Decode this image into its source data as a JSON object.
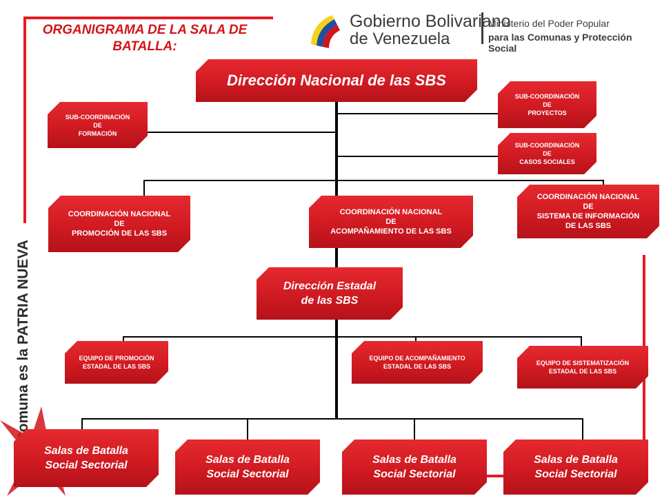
{
  "header": {
    "title": "ORGANIGRAMA DE LA SALA DE BATALLA:",
    "logo_gobierno": "Gobierno Bolivariano",
    "logo_venezuela": "de Venezuela",
    "ministerio_line1": "Ministerio del Poder Popular",
    "ministerio_line2": "para las Comunas y Protección Social"
  },
  "side_logo": {
    "text": "laComuna es la PATRIA NUEVA"
  },
  "nodes": {
    "direccion_nacional": "Dirección Nacional de las SBS",
    "sub_formacion": "SUB-COORDINACIÓN\nDE\nFORMACIÓN",
    "sub_proyectos": "SUB-COORDINACIÓN\nDE\nPROYECTOS",
    "sub_casos": "SUB-COORDINACIÓN\nDE\nCASOS SOCIALES",
    "coord_promocion": "COORDINACIÓN  NACIONAL\nDE\nPROMOCIÓN DE LAS SBS",
    "coord_acompanamiento": "COORDINACIÓN  NACIONAL\nDE\nACOMPAÑAMIENTO  DE LAS SBS",
    "coord_sistema": "COORDINACIÓN  NACIONAL\nDE\nSISTEMA DE INFORMACIÓN\nDE LAS SBS",
    "direccion_estadal": "Dirección Estadal\nde las SBS",
    "equipo_promocion": "EQUIPO DE PROMOCIÓN\nESTADAL DE LAS SBS",
    "equipo_acompanamiento": "EQUIPO DE ACOMPAÑAMIENTO\nESTADAL DE LAS SBS",
    "equipo_sistematizacion": "EQUIPO DE SISTEMATIZACIÓN\nESTADAL DE LAS SBS",
    "sala_1": "Salas de Batalla\nSocial Sectorial",
    "sala_2": "Salas de Batalla\nSocial Sectorial",
    "sala_3": "Salas de Batalla\nSocial Sectorial",
    "sala_4": "Salas de Batalla\nSocial Sectorial"
  },
  "colors": {
    "brand_red": "#d0151b",
    "box_red": "#e52a30",
    "shadow_red": "#8f0c12",
    "flag_yellow": "#f7d117",
    "flag_blue": "#1f4fa0"
  }
}
